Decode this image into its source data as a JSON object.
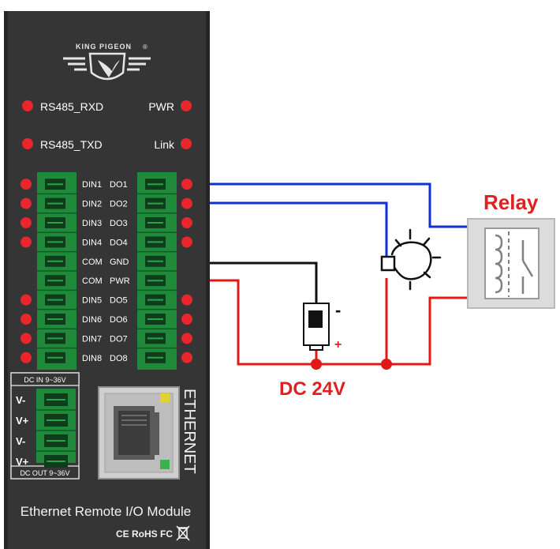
{
  "brand": {
    "name": "KING PIGEON",
    "registered": "®"
  },
  "leds": {
    "rs485_rxd": "RS485_RXD",
    "rs485_txd": "RS485_TXD",
    "pwr": "PWR",
    "link": "Link"
  },
  "terminals": {
    "left": [
      "DIN1",
      "DIN2",
      "DIN3",
      "DIN4",
      "COM",
      "COM",
      "DIN5",
      "DIN6",
      "DIN7",
      "DIN8"
    ],
    "right": [
      "DO1",
      "DO2",
      "DO3",
      "DO4",
      "GND",
      "PWR",
      "DO5",
      "DO6",
      "DO7",
      "DO8"
    ]
  },
  "power": {
    "in_label": "DC  IN  9~36V",
    "out_label": "DC OUT 9~36V",
    "pins": [
      "V-",
      "V+",
      "V-",
      "V+"
    ]
  },
  "ethernet_label": "ETHERNET",
  "module_title": "Ethernet Remote I/O Module",
  "certs": "CE RoHS FC",
  "wiring": {
    "relay_label": "Relay",
    "supply_label": "DC 24V",
    "minus": "-",
    "plus": "+"
  },
  "colors": {
    "housing": "#2e2e2e",
    "led_red": "#e8262b",
    "terminal_green": "#1f8a3a",
    "wire_blue": "#1030d0",
    "wire_red": "#e01818",
    "wire_black": "#111111",
    "label_red": "#e02020"
  }
}
